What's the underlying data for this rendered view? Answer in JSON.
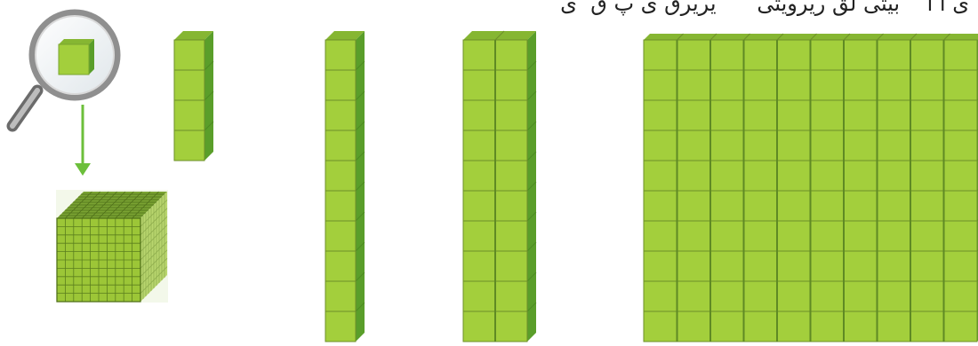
{
  "header": {
    "text": "ی ٰ‌ا ٰ‌ا ‌ٰ‌ ‌ٰ‌ ‌ٰ‌ ٰبیتی لق ریرویتی ٰ ٰ ٰ ٰ ٰ  یریرق ی ٰپ ق ‌ٰ‌ ٰ‌ی"
  },
  "colors": {
    "cube_face": "#a3cf3c",
    "cube_side": "#5a9e2a",
    "cube_top": "#86b632",
    "cube_line": "#6e8f2a",
    "arrow": "#6cbf3b",
    "lens_frame": "#9a9a9a",
    "handle": "#8c8c8c"
  },
  "blocks": [
    {
      "name": "single-cube-block",
      "columns": 1,
      "rows": 1
    },
    {
      "name": "four-cube-rod",
      "columns": 1,
      "rows": 4
    },
    {
      "name": "ten-cube-rod",
      "columns": 1,
      "rows": 10
    },
    {
      "name": "two-column-rod",
      "columns": 2,
      "rows": 10
    },
    {
      "name": "hundred-flat",
      "columns": 10,
      "rows": 10
    }
  ],
  "icons": {
    "magnifier": "magnifying-glass-icon",
    "arrow": "arrow-down-icon",
    "large_cube": "thousand-cube-icon"
  }
}
